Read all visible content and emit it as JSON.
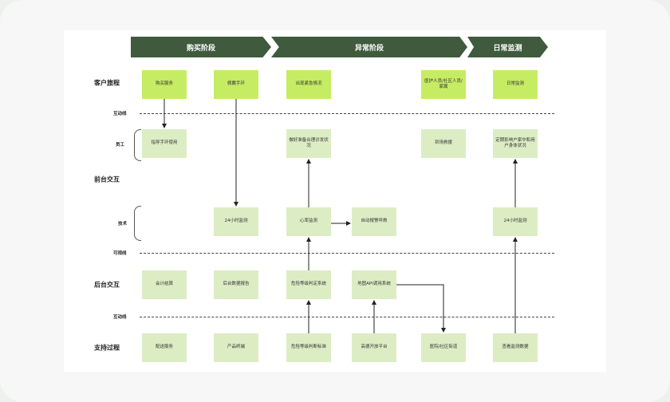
{
  "phases": [
    {
      "label": "购买阶段"
    },
    {
      "label": "异常阶段"
    },
    {
      "label": "日常监测"
    }
  ],
  "rows": {
    "journey": "客户旅程",
    "interaction_line_1": "互动线",
    "staff": "员工",
    "frontstage": "前台交互",
    "tech": "技术",
    "visibility_line": "可视线",
    "backstage": "后台交互",
    "interaction_line_2": "互动线",
    "support": "支持过程"
  },
  "nodes": {
    "j1": "购买服务",
    "j2": "佩戴手环",
    "j3": "出现紧急情况",
    "j4": "医护人员/社区人员/家属",
    "j5": "日常监测",
    "s1": "指导手环使用",
    "s3": "做好准备合理诊发状况",
    "s4": "到场救援",
    "s5": "定期影响户家中和用户身体状况",
    "t2": "24小时监测",
    "t3": "心率监测",
    "t3b": "自动报警呼救",
    "t5": "24小时监测",
    "b1": "会计结算",
    "b2": "后台数据报告",
    "b3": "危险等级判定系统",
    "b3b": "地图API调用系统",
    "p1": "配送服务",
    "p2": "产品终端",
    "p3": "危险等级判断标准",
    "p3b": "高德开放平台",
    "p4": "医院/社区街道",
    "p5": "查看监测数据"
  },
  "colors": {
    "phase_bg": "#3f5a3d",
    "journey_node": "#c6ec63",
    "node": "#dcedc4"
  }
}
